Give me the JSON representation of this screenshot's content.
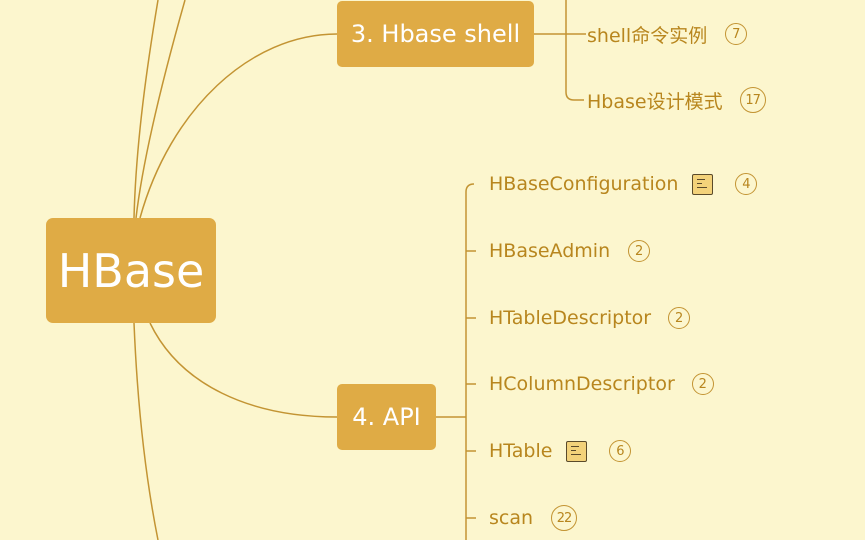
{
  "mindmap": {
    "root": {
      "label": "HBase"
    },
    "branches": [
      {
        "label": "3. Hbase shell",
        "children": [
          {
            "label": "shell命令实例",
            "count": "7",
            "has_note": false
          },
          {
            "label": "Hbase设计模式",
            "count": "17",
            "has_note": false
          }
        ]
      },
      {
        "label": "4. API",
        "children": [
          {
            "label": "HBaseConfiguration",
            "count": "4",
            "has_note": true
          },
          {
            "label": "HBaseAdmin",
            "count": "2",
            "has_note": false
          },
          {
            "label": "HTableDescriptor",
            "count": "2",
            "has_note": false
          },
          {
            "label": "HColumnDescriptor",
            "count": "2",
            "has_note": false
          },
          {
            "label": "HTable",
            "count": "6",
            "has_note": true
          },
          {
            "label": "scan",
            "count": "22",
            "has_note": false
          }
        ]
      }
    ]
  },
  "colors": {
    "background": "#fcf6ce",
    "node_fill": "#dfab45",
    "node_text": "#ffffff",
    "connector": "#c39433",
    "leaf_text": "#b8861e"
  },
  "icons": {
    "note": "note-icon",
    "count_badge": "count-badge"
  }
}
